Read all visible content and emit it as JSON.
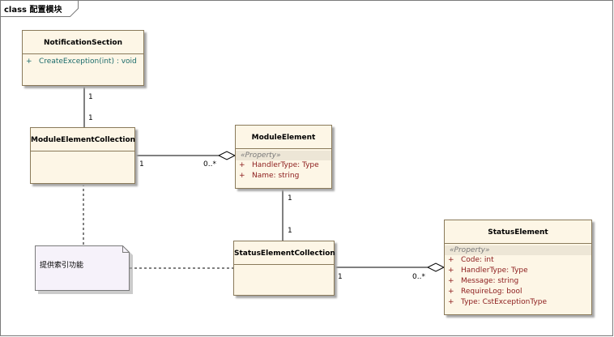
{
  "diagram": {
    "frame_label": "class 配置模块",
    "classes": {
      "notification_section": {
        "name": "NotificationSection",
        "operations": [
          {
            "visibility": "+",
            "signature": "CreateException(int) : void"
          }
        ]
      },
      "module_element_collection": {
        "name": "ModuleElementCollection"
      },
      "module_element": {
        "name": "ModuleElement",
        "stereotype": "«Property»",
        "attributes": [
          {
            "visibility": "+",
            "text": "HandlerType:  Type"
          },
          {
            "visibility": "+",
            "text": "Name:  string"
          }
        ]
      },
      "status_element_collection": {
        "name": "StatusElementCollection"
      },
      "status_element": {
        "name": "StatusElement",
        "stereotype": "«Property»",
        "attributes": [
          {
            "visibility": "+",
            "text": "Code:  int"
          },
          {
            "visibility": "+",
            "text": "HandlerType:  Type"
          },
          {
            "visibility": "+",
            "text": "Message:  string"
          },
          {
            "visibility": "+",
            "text": "RequireLog:  bool"
          },
          {
            "visibility": "+",
            "text": "Type:  CstExceptionType"
          }
        ]
      }
    },
    "note": {
      "text": "提供索引功能"
    },
    "multiplicities": {
      "ns_top": "1",
      "mec_bottom": "1",
      "mec_right": "1",
      "me_left": "0..*",
      "me_bottom": "1",
      "sec_top": "1",
      "sec_right": "1",
      "se_left": "0..*"
    }
  }
}
